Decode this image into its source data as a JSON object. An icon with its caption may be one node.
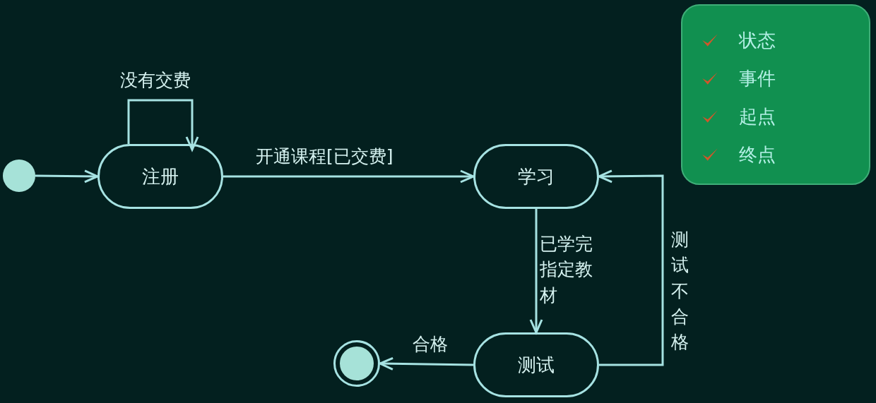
{
  "diagram": {
    "nodes": [
      {
        "text": [],
        "shape": "circle"
      },
      {
        "text": [
          "注册"
        ]
      },
      {
        "text": [
          "学习"
        ]
      },
      {
        "text": [
          "测试"
        ]
      },
      {
        "text": [],
        "shape": "circle"
      },
      {
        "text": [
          "状态",
          "事件",
          "起点",
          "终点"
        ]
      }
    ],
    "edges": [
      {
        "from": 0,
        "to": 1,
        "arrow": "to"
      },
      {
        "from": 1,
        "to": 1,
        "arrow": "to",
        "label": "没有交费"
      },
      {
        "from": 1,
        "to": 2,
        "arrow": "to",
        "label": "开通课程[已交费]"
      },
      {
        "from": 2,
        "to": 3,
        "arrow": "to",
        "label": "已学完指定教材"
      },
      {
        "from": 3,
        "to": 2,
        "arrow": "to",
        "label": "测试不合格"
      },
      {
        "from": 3,
        "to": 4,
        "arrow": "to",
        "label": "合格"
      }
    ]
  }
}
